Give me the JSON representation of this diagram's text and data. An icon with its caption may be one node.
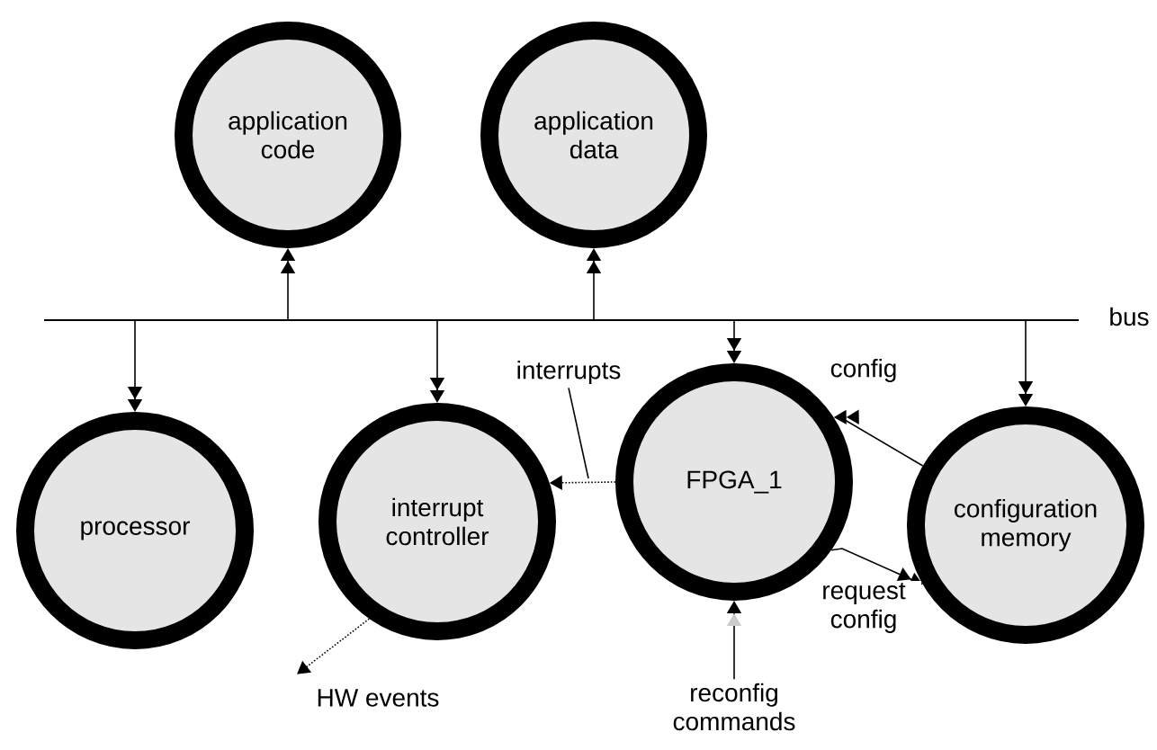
{
  "diagram": {
    "nodes": [
      {
        "text": [
          "application code"
        ]
      },
      {
        "text": [
          "application data"
        ]
      },
      {
        "text": [],
        "shape": "bar",
        "beside": [
          "bus"
        ]
      },
      {
        "text": [
          "processor"
        ]
      },
      {
        "text": [
          "interrupt controller"
        ]
      },
      {
        "text": [
          "FPGA_1"
        ]
      },
      {
        "text": [
          "configuration memory"
        ]
      },
      {
        "text": [
          "HW events"
        ]
      },
      {
        "text": [
          "reconfig commands"
        ]
      },
      {
        "text": [
          "interrupts"
        ]
      }
    ],
    "edges": [
      {
        "from": 2,
        "to": 0,
        "arrow": "to"
      },
      {
        "from": 2,
        "to": 1,
        "arrow": "to"
      },
      {
        "from": 2,
        "to": 3,
        "arrow": "to"
      },
      {
        "from": 2,
        "to": 4,
        "arrow": "to"
      },
      {
        "from": 2,
        "to": 5,
        "arrow": "to"
      },
      {
        "from": 2,
        "to": 6,
        "arrow": "to"
      },
      {
        "from": 5,
        "to": 4,
        "arrow": "to",
        "style": "dashed"
      },
      {
        "from": 6,
        "to": 5,
        "arrow": "to",
        "label": "config"
      },
      {
        "from": 5,
        "to": 6,
        "arrow": "to",
        "label": "request config"
      },
      {
        "from": 4,
        "to": 7,
        "arrow": "to",
        "style": "dashed"
      },
      {
        "from": 8,
        "to": 5,
        "arrow": "to"
      },
      {
        "from": 9,
        "to": null,
        "arrow": "none"
      }
    ]
  }
}
